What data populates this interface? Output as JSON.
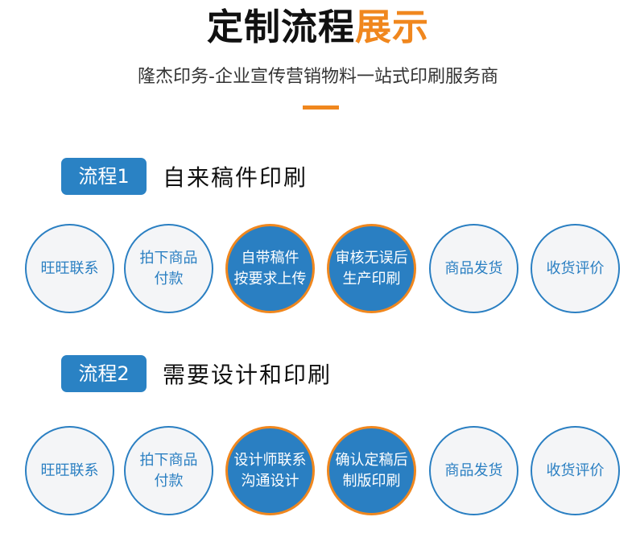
{
  "header": {
    "title_main": "定制流程",
    "title_accent": "展示",
    "subtitle": "隆杰印务-企业宣传营销物料一站式印刷服务商",
    "accent_color": "#f0871e",
    "primary_color": "#2a7fc2"
  },
  "flows": [
    {
      "badge": "流程1",
      "title": "自来稿件印刷",
      "steps": [
        {
          "line1": "旺旺联系",
          "line2": "",
          "highlight": false
        },
        {
          "line1": "拍下商品",
          "line2": "付款",
          "highlight": false
        },
        {
          "line1": "自带稿件",
          "line2": "按要求上传",
          "highlight": true
        },
        {
          "line1": "审核无误后",
          "line2": "生产印刷",
          "highlight": true
        },
        {
          "line1": "商品发货",
          "line2": "",
          "highlight": false
        },
        {
          "line1": "收货评价",
          "line2": "",
          "highlight": false
        }
      ]
    },
    {
      "badge": "流程2",
      "title": "需要设计和印刷",
      "steps": [
        {
          "line1": "旺旺联系",
          "line2": "",
          "highlight": false
        },
        {
          "line1": "拍下商品",
          "line2": "付款",
          "highlight": false
        },
        {
          "line1": "设计师联系",
          "line2": "沟通设计",
          "highlight": true
        },
        {
          "line1": "确认定稿后",
          "line2": "制版印刷",
          "highlight": true
        },
        {
          "line1": "商品发货",
          "line2": "",
          "highlight": false
        },
        {
          "line1": "收货评价",
          "line2": "",
          "highlight": false
        }
      ]
    }
  ]
}
